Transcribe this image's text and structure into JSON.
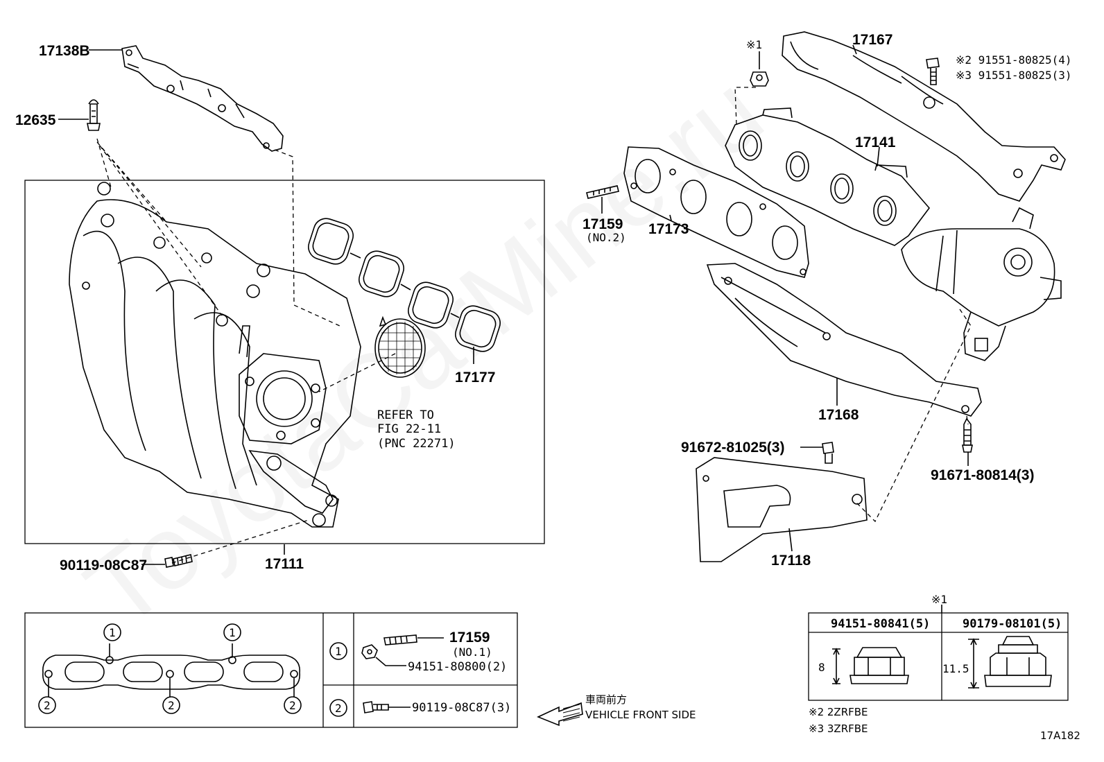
{
  "watermark": "ToyotaCarMine.ru",
  "figure_id": "17A182",
  "labels": {
    "p17138B": "17138B",
    "p12635": "12635",
    "p17177": "17177",
    "p17111": "17111",
    "p90119": "90119-08C87",
    "refer1": "REFER TO",
    "refer2": "FIG 22-11",
    "refer3": "(PNC 22271)",
    "p17167": "17167",
    "note1_mark": "※1",
    "bolt2": "※2 91551-80825(4)",
    "bolt3": "※3 91551-80825(3)",
    "p17141": "17141",
    "p17159": "17159",
    "p17159_sub": "(NO.2)",
    "p17173": "17173",
    "p17168": "17168",
    "p91672": "91672-81025(3)",
    "p91671": "91671-80814(3)",
    "p17118": "17118"
  },
  "gasket_table": {
    "circle1": "1",
    "circle2": "2",
    "row1_part": "17159",
    "row1_sub": "(NO.1)",
    "row1_nut": "94151-80800(2)",
    "row2_bolt": "90119-08C87(3)"
  },
  "direction": {
    "jp": "車両前方",
    "en": "VEHICLE FRONT SIDE"
  },
  "nut_table": {
    "mark": "※1",
    "col1": "94151-80841(5)",
    "col2": "90179-08101(5)",
    "dim1": "8",
    "dim2": "11.5"
  },
  "notes": {
    "n2": "※2 2ZRFBE",
    "n3": "※3 3ZRFBE"
  }
}
